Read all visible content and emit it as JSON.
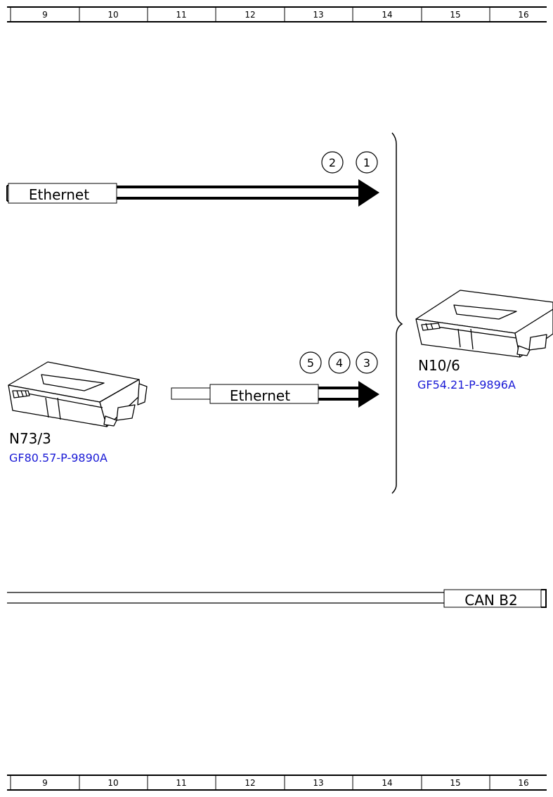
{
  "ruler": {
    "numbers": [
      "9",
      "10",
      "11",
      "12",
      "13",
      "14",
      "15",
      "16"
    ]
  },
  "buses": {
    "ethernet_top": "Ethernet",
    "ethernet_mid": "Ethernet",
    "can": "CAN B2"
  },
  "markers": {
    "top": [
      "2",
      "1"
    ],
    "mid": [
      "5",
      "4",
      "3"
    ]
  },
  "components": {
    "left": {
      "id": "N73/3",
      "link": "GF80.57-P-9890A"
    },
    "right": {
      "id": "N10/6",
      "link": "GF54.21-P-9896A"
    }
  },
  "colors": {
    "link": "#1a1ad6",
    "line": "#000000"
  }
}
